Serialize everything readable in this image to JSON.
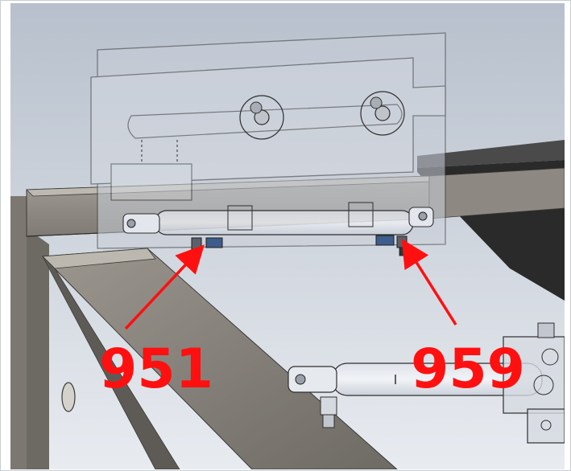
{
  "callouts": [
    {
      "label": "951"
    },
    {
      "label": "959"
    }
  ],
  "colors": {
    "callout": "#ff1010",
    "background_top": "#b9c2cd",
    "background_bottom": "#e6e9ee",
    "frame_steel": "#8a8780",
    "frame_dark": "#4a4845",
    "panel_edge": "#3a3a3a",
    "transparent_part": "#c9ced8",
    "dark_slab": "#2a2a2a"
  },
  "icons": {
    "arrow": "arrow-up-right"
  }
}
